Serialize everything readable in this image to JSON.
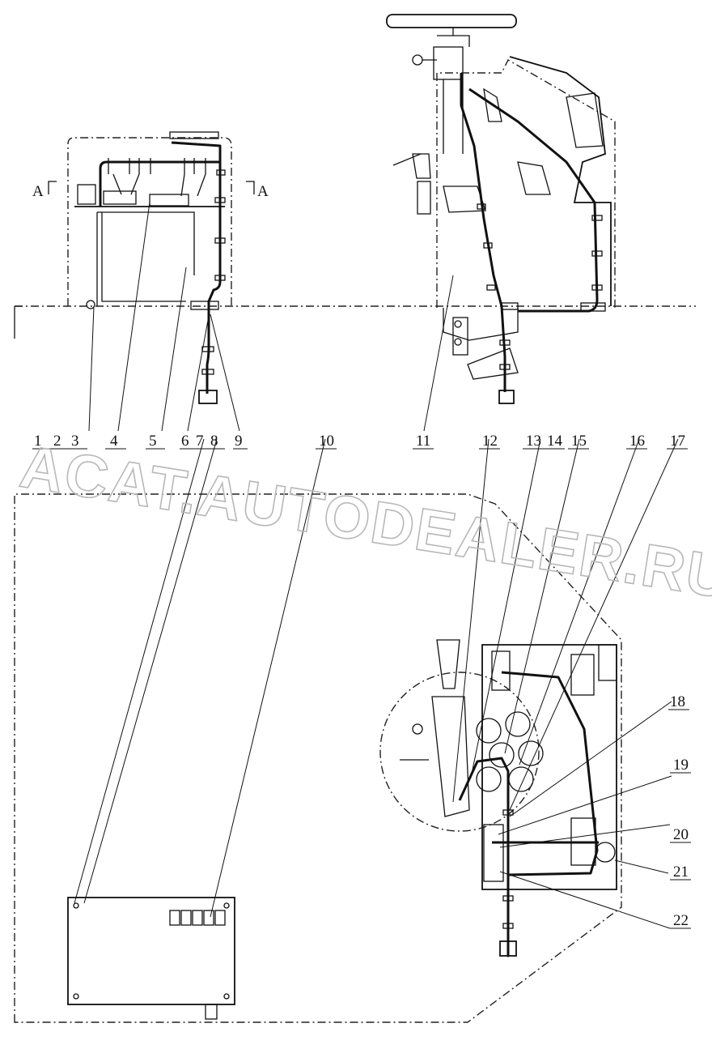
{
  "diagram": {
    "section_marks": [
      "A",
      "A"
    ],
    "callouts": [
      "1",
      "2",
      "3",
      "4",
      "5",
      "6",
      "7",
      "8",
      "9",
      "10",
      "11",
      "12",
      "13",
      "14",
      "15",
      "16",
      "17",
      "18",
      "19",
      "20",
      "21",
      "22"
    ],
    "watermark": "ACAT.AUTODEALER.RU"
  }
}
